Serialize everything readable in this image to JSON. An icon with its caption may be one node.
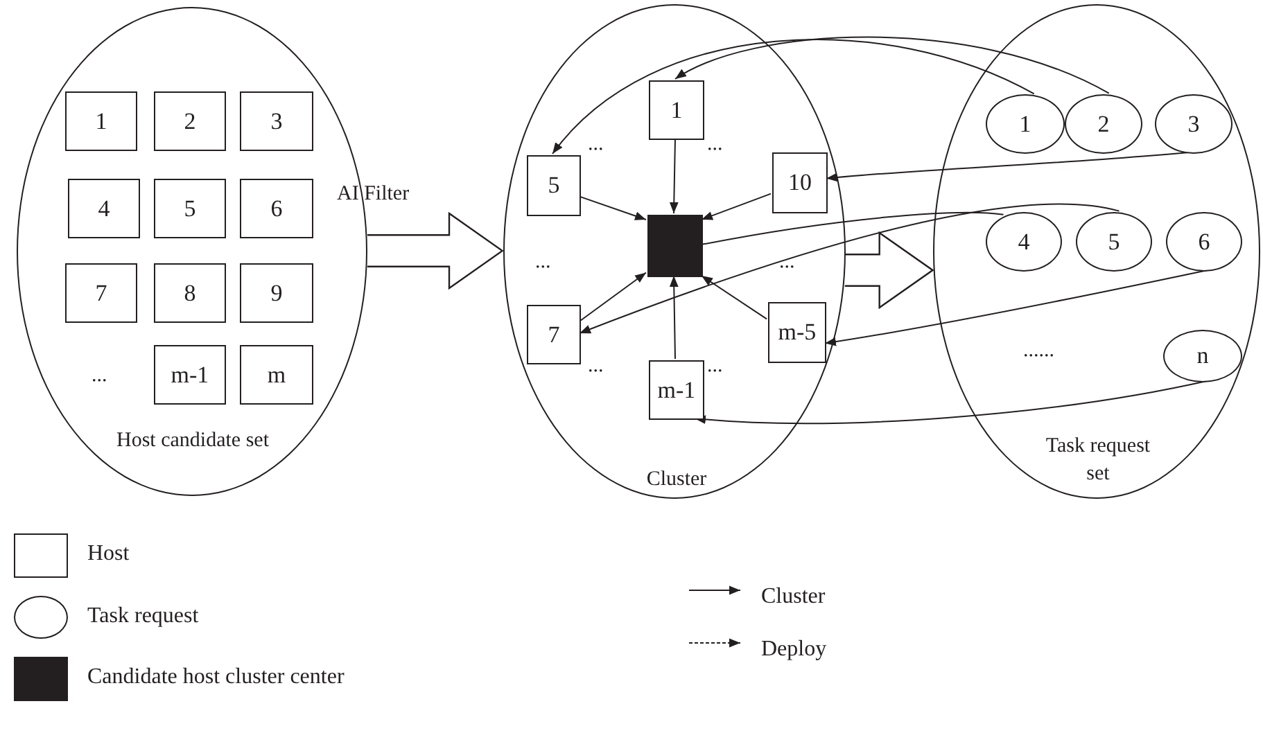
{
  "diagram": {
    "nodes": [
      {
        "text": [
          "Host candidate set"
        ]
      },
      {
        "text": [
          "1"
        ],
        "in": 0
      },
      {
        "text": [
          "2"
        ],
        "in": 0
      },
      {
        "text": [
          "3"
        ],
        "in": 0
      },
      {
        "text": [
          "4"
        ],
        "in": 0
      },
      {
        "text": [
          "5"
        ],
        "in": 0
      },
      {
        "text": [
          "6"
        ],
        "in": 0
      },
      {
        "text": [
          "7"
        ],
        "in": 0
      },
      {
        "text": [
          "8"
        ],
        "in": 0
      },
      {
        "text": [
          "9"
        ],
        "in": 0
      },
      {
        "text": [
          "m-1"
        ],
        "in": 0
      },
      {
        "text": [
          "m"
        ],
        "in": 0
      },
      {
        "text": [
          "Cluster"
        ]
      },
      {
        "text": [
          "1"
        ],
        "in": 12
      },
      {
        "text": [
          "5"
        ],
        "in": 12
      },
      {
        "text": [
          "10"
        ],
        "in": 12
      },
      {
        "text": [],
        "shape": "box",
        "in": 12
      },
      {
        "text": [
          "7"
        ],
        "in": 12
      },
      {
        "text": [
          "m-5"
        ],
        "in": 12
      },
      {
        "text": [
          "m-1"
        ],
        "in": 12
      },
      {
        "text": [
          "Task request set"
        ]
      },
      {
        "text": [
          "1"
        ],
        "in": 20
      },
      {
        "text": [
          "2"
        ],
        "in": 20
      },
      {
        "text": [
          "3"
        ],
        "in": 20
      },
      {
        "text": [
          "4"
        ],
        "in": 20
      },
      {
        "text": [
          "5"
        ],
        "in": 20
      },
      {
        "text": [
          "6"
        ],
        "in": 20
      },
      {
        "text": [
          "n"
        ],
        "in": 20
      }
    ],
    "edges": [
      {
        "from": 0,
        "to": 12,
        "arrow": "to",
        "style": "thick"
      },
      {
        "from": 12,
        "to": 20,
        "arrow": "to",
        "style": "thick"
      },
      {
        "from": 13,
        "to": 16,
        "arrow": "to"
      },
      {
        "from": 14,
        "to": 16,
        "arrow": "to"
      },
      {
        "from": 15,
        "to": 16,
        "arrow": "to"
      },
      {
        "from": 17,
        "to": 16,
        "arrow": "to"
      },
      {
        "from": 18,
        "to": 16,
        "arrow": "to"
      },
      {
        "from": 19,
        "to": 16,
        "arrow": "to"
      },
      {
        "from": 21,
        "to": 14,
        "arrow": "to"
      },
      {
        "from": 22,
        "to": 13,
        "arrow": "to"
      },
      {
        "from": 23,
        "to": 15,
        "arrow": "to"
      },
      {
        "from": 16,
        "to": 24,
        "arrow": "none"
      },
      {
        "from": 25,
        "to": 17,
        "arrow": "to"
      },
      {
        "from": 26,
        "to": 18,
        "arrow": "to"
      },
      {
        "from": 27,
        "to": 19,
        "arrow": "to"
      }
    ],
    "labels": [
      "...",
      "...",
      "AI Filter",
      "...",
      "...",
      "...",
      "...",
      "...",
      "......"
    ],
    "legend": [
      {
        "text": "Host"
      },
      {
        "text": "Task request"
      },
      {
        "text": "Candidate host cluster center",
        "color": "#231f20"
      },
      {
        "text": "Cluster"
      },
      {
        "text": "Deploy"
      }
    ]
  }
}
